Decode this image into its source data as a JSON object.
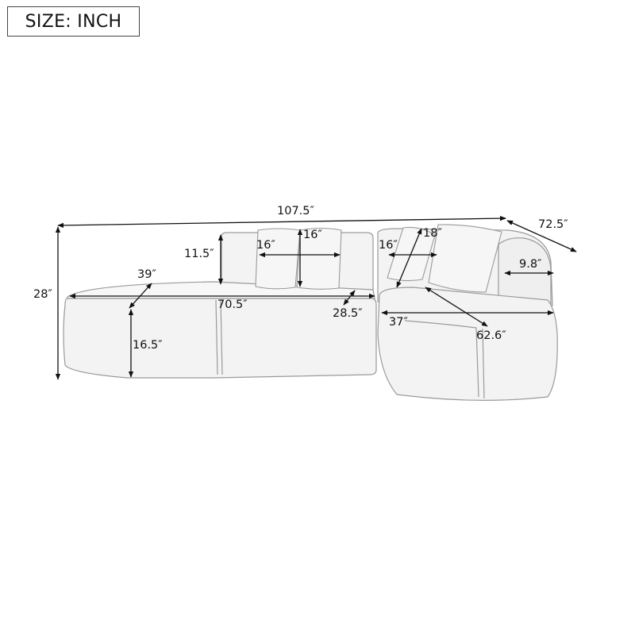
{
  "header": {
    "unit_label": "SIZE: INCH"
  },
  "dimensions": {
    "overall_length": "107.5″",
    "overall_depth": "72.5″",
    "overall_height": "28″",
    "backrest_height": "11.5″",
    "pillow_left_width": "16″",
    "pillow_left_height": "16″",
    "pillow_right_width": "16″",
    "pillow_right_height": "18″",
    "chaise_depth": "39″",
    "sofa_length": "70.5″",
    "seat_depth": "28.5″",
    "seat_height": "16.5″",
    "armrest_width": "9.8″",
    "round_seat_width": "37″",
    "round_seat_diagonal": "62.6″"
  },
  "colors": {
    "line": "#111111",
    "outline": "#9a9a9a",
    "fill": "#f2f2f2"
  }
}
